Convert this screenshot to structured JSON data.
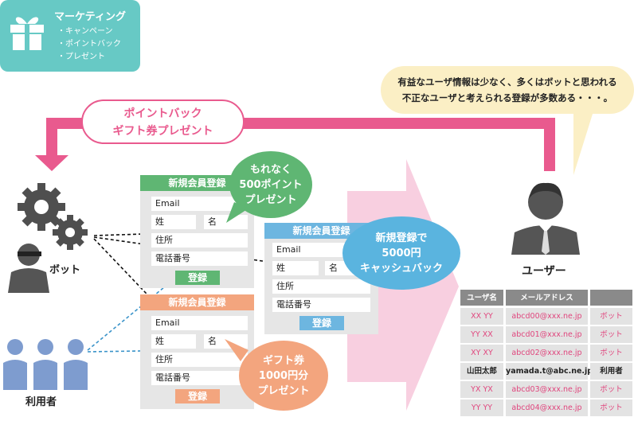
{
  "marketing": {
    "title": "マーケティング",
    "items": [
      "・キャンペーン",
      "・ポイントバック",
      "・プレゼント"
    ],
    "icon": "gift-icon"
  },
  "reward_banner": {
    "line1": "ポイントバック",
    "line2": "ギフト券プレゼント"
  },
  "user_comment": {
    "line1": "有益なユーザ情報は少なく、多くはボットと思われる",
    "line2": "不正なユーザと考えられる登録が多数ある・・・。"
  },
  "actors": {
    "bot": "ボット",
    "users": "利用者",
    "owner": "ユーザー"
  },
  "forms": [
    {
      "header": "新規会員登録",
      "email": "Email",
      "sei": "姓",
      "mei": "名",
      "address": "住所",
      "phone": "電話番号",
      "button": "登録",
      "color": "#5fb673"
    },
    {
      "header": "新規会員登録",
      "email": "Email",
      "sei": "姓",
      "mei": "名",
      "address": "住所",
      "phone": "電話番号",
      "button": "登録",
      "color": "#6db6e0"
    },
    {
      "header": "新規会員登録",
      "email": "Email",
      "sei": "姓",
      "mei": "名",
      "address": "住所",
      "phone": "電話番号",
      "button": "登録",
      "color": "#f3a57e"
    }
  ],
  "bubbles": [
    {
      "line1": "もれなく",
      "line2": "500ポイント",
      "line3": "プレゼント",
      "color": "#5fb673"
    },
    {
      "line1": "新規登録で",
      "line2": "5000円",
      "line3": "キャッシュバック",
      "color": "#5ab4df"
    },
    {
      "line1": "ギフト券",
      "line2": "1000円分",
      "line3": "プレゼント",
      "color": "#f3a57e"
    }
  ],
  "table": {
    "headers": [
      "ユーザ名",
      "メールアドレス",
      ""
    ],
    "rows": [
      [
        "XX YY",
        "abcd00@xxx.ne.jp",
        "ボット"
      ],
      [
        "YY XX",
        "abcd01@xxx.ne.jp",
        "ボット"
      ],
      [
        "XY XY",
        "abcd02@xxx.ne.jp",
        "ボット"
      ],
      [
        "山田太郎",
        "yamada.t@abc.ne.jp",
        "利用者"
      ],
      [
        "YX YX",
        "abcd03@xxx.ne.jp",
        "ボット"
      ],
      [
        "YY YY",
        "abcd04@xxx.ne.jp",
        "ボット"
      ]
    ]
  },
  "colors": {
    "pink": "#e95a8e",
    "teal": "#67c9c5",
    "comment": "#fbefc5",
    "header": "#8a8a8a",
    "grey_row": "#e3e3e3",
    "human": "#7e9ccf",
    "dark": "#555555"
  }
}
